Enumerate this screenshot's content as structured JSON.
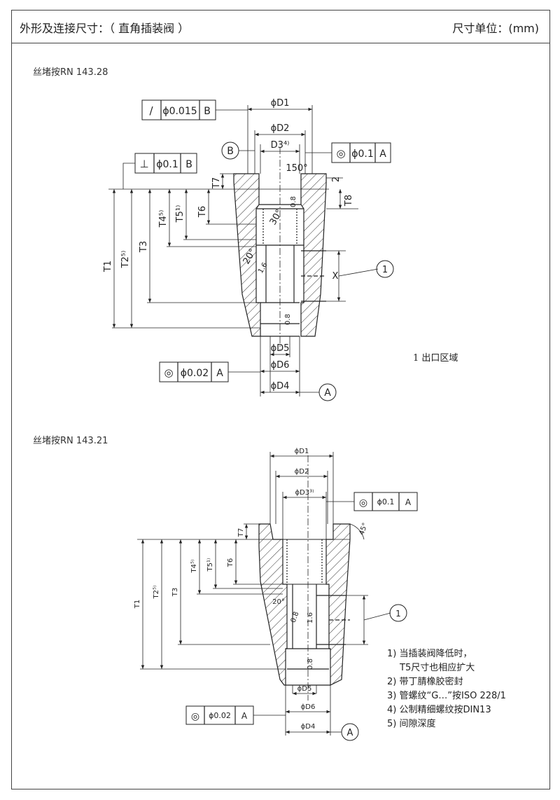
{
  "header": {
    "title": "外形及连接尺寸：（ 直角插装阀 ）",
    "unit": "尺寸单位：(mm)"
  },
  "section1": {
    "label": "丝堵按RN 143.28",
    "fcf_parallel": {
      "symbol": "/",
      "value": "ϕ0.015",
      "datum": "B"
    },
    "fcf_perp": {
      "symbol": "⊥",
      "value": "ϕ0.1",
      "datum": "B"
    },
    "fcf_concentric_top": {
      "symbol": "◎",
      "value": "ϕ0.1",
      "datum": "A"
    },
    "fcf_concentric_bottom": {
      "symbol": "◎",
      "value": "ϕ0.02",
      "datum": "A"
    },
    "datum_b": "B",
    "datum_a": "A",
    "dims": {
      "d1": "ϕD1",
      "d2": "ϕD2",
      "d3": "D3⁴⁾",
      "d4": "ϕD4",
      "d5": "ϕD5",
      "d6": "ϕD6",
      "t1": "T1",
      "t2": "T2⁵⁾",
      "t3": "T3",
      "t4": "T4⁵⁾",
      "t5": "T5¹⁾",
      "t6": "T6",
      "t7": "T7",
      "t8": "T8",
      "angle150": "150°",
      "angle30": "30°",
      "angle20": "20°",
      "dim2": "2",
      "r08a": "0.8",
      "r08b": "0.8",
      "r16": "1.6",
      "x": "X"
    },
    "callout": "1",
    "outlet_label": "1 出口区域"
  },
  "section2": {
    "label": "丝堵按RN 143.21",
    "fcf_concentric_top": {
      "symbol": "◎",
      "value": "ϕ0.1",
      "datum": "A"
    },
    "fcf_concentric_bottom": {
      "symbol": "◎",
      "value": "ϕ0.02",
      "datum": "A"
    },
    "datum_a": "A",
    "dims": {
      "d1": "ϕD1",
      "d2": "ϕD2",
      "d3": "ϕD3³⁾",
      "d4": "ϕD4",
      "d5": "ϕD5",
      "d6": "ϕD6",
      "t1": "T1",
      "t2": "T2⁵⁾",
      "t3": "T3",
      "t4": "T4⁵⁾",
      "t5": "T5¹⁾",
      "t6": "T6",
      "t7": "T7",
      "angle45": "45°",
      "angle20": "20°",
      "r08a": "0.8",
      "r08b": "0.8",
      "r16": "1.6"
    },
    "callout": "1"
  },
  "notes": [
    "1) 当插装阀降低时，",
    "T5尺寸也相应扩大",
    "2) 带丁腈橡胶密封",
    "3) 管螺纹“G…”按ISO 228/1",
    "4) 公制精细螺纹按DIN13",
    "5) 间隙深度"
  ]
}
